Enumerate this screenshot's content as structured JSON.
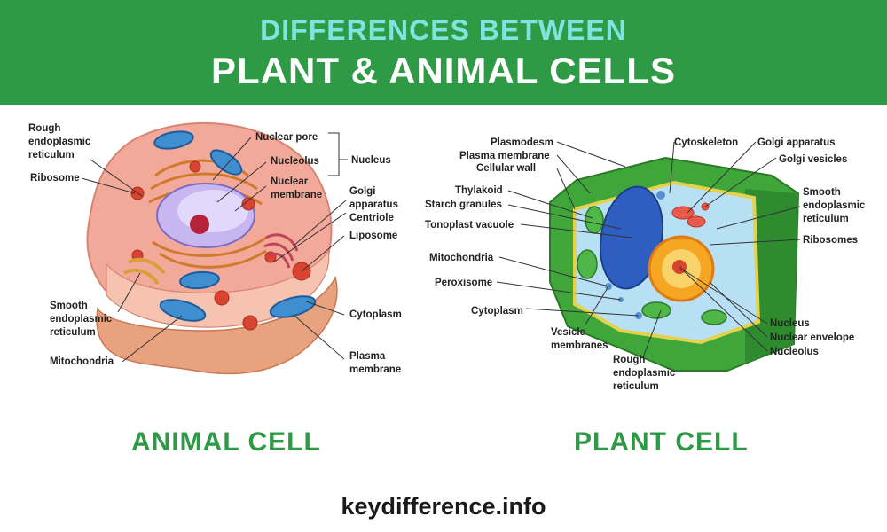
{
  "header": {
    "line1": "DIFFERENCES BETWEEN",
    "line2": "PLANT & ANIMAL CELLS"
  },
  "animal_cell": {
    "caption": "ANIMAL CELL",
    "labels": {
      "rough_er": "Rough\nendoplasmic\nreticulum",
      "ribosome": "Ribosome",
      "nuclear_pore": "Nuclear pore",
      "nucleolus": "Nucleolus",
      "nuclear_membrane": "Nuclear\nmembrane",
      "nucleus": "Nucleus",
      "golgi": "Golgi\napparatus",
      "centriole": "Centriole",
      "liposome": "Liposome",
      "smooth_er": "Smooth\nendoplasmic\nreticulum",
      "mitochondria": "Mitochondria",
      "cytoplasm": "Cytoplasm",
      "plasma_membrane": "Plasma\nmembrane"
    }
  },
  "plant_cell": {
    "caption": "PLANT CELL",
    "labels": {
      "plasmodesm": "Plasmodesm",
      "plasma_membrane": "Plasma membrane",
      "cellular_wall": "Cellular wall",
      "thylakoid": "Thylakoid",
      "starch_granules": "Starch granules",
      "tonoplast_vacuole": "Tonoplast vacuole",
      "mitochondria": "Mitochondria",
      "peroxisome": "Peroxisome",
      "cytoplasm": "Cytoplasm",
      "vesicle_membranes": "Vesicle\nmembranes",
      "rough_er": "Rough\nendoplasmic\nreticulum",
      "cytoskeleton": "Cytoskeleton",
      "golgi_apparatus": "Golgi apparatus",
      "golgi_vesicles": "Golgi vesicles",
      "smooth_er": "Smooth\nendoplasmic\nreticulum",
      "ribosomes": "Ribosomes",
      "nucleus": "Nucleus",
      "nuclear_envelope": "Nuclear envelope",
      "nucleolus": "Nucleolus"
    }
  },
  "footer": {
    "site": "keydifference.info"
  }
}
